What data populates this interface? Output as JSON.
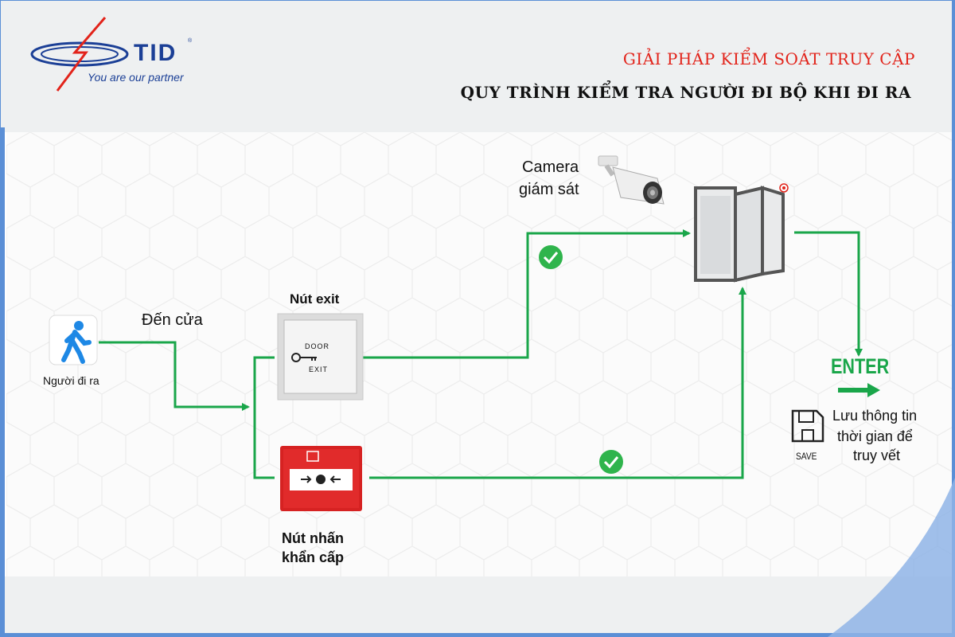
{
  "header": {
    "logo_text": "TID",
    "logo_registered": "®",
    "logo_slogan": "You are our partner",
    "title_red": "GIẢI PHÁP KIỂM SOÁT TRUY CẬP",
    "title_black": "QUY TRÌNH KIỂM TRA NGƯỜI ĐI BỘ KHI ĐI RA"
  },
  "diagram": {
    "person_label": "Người đi ra",
    "to_door_label": "Đến cửa",
    "exit_button_title": "Nút exit",
    "exit_button_text_top": "DOOR",
    "exit_button_text_bottom": "EXIT",
    "emergency_label_line1": "Nút nhấn",
    "emergency_label_line2": "khẩn cấp",
    "camera_label_line1": "Camera",
    "camera_label_line2": "giám sát",
    "enter_label": "ENTER",
    "save_label": "SAVE",
    "log_label_line1": "Lưu thông tin",
    "log_label_line2": "thời gian để",
    "log_label_line3": "truy vết"
  },
  "colors": {
    "accent_red": "#e2231a",
    "brand_blue": "#1b3f96",
    "flow_green": "#1aa64a",
    "check_green": "#2fb44c",
    "frame_blue": "#5b8fd6"
  },
  "icons": [
    "walking-person-icon",
    "door-key-icon",
    "emergency-button-icon",
    "security-camera-icon",
    "glass-door-icon",
    "check-icon",
    "save-floppy-icon",
    "arrow-right-icon"
  ]
}
